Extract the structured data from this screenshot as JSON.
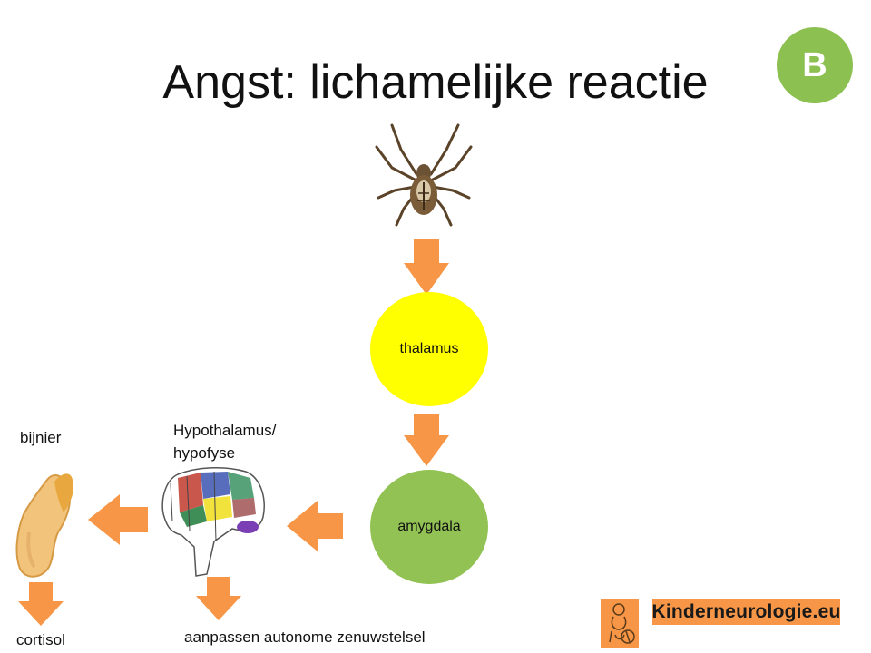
{
  "title": "Angst: lichamelijke reactie",
  "badge": "B",
  "nodes": {
    "thalamus": "thalamus",
    "amygdala": "amygdala",
    "hypothalamus_line1": "Hypothalamus/",
    "hypothalamus_line2": "hypofyse",
    "adrenal": "bijnier",
    "cortisol": "cortisol",
    "autonomic": "aanpassen autonome zenuwstelsel"
  },
  "logo": {
    "text": "Kinderneurologie.eu"
  },
  "colors": {
    "arrow": "#f79646",
    "thalamus": "#ffff00",
    "amygdala": "#92c253",
    "badge": "#8cc152",
    "logo": "#f79646"
  },
  "icons": [
    "spider-image",
    "brain-drawing",
    "adrenal-gland-image",
    "logo-emblem"
  ]
}
